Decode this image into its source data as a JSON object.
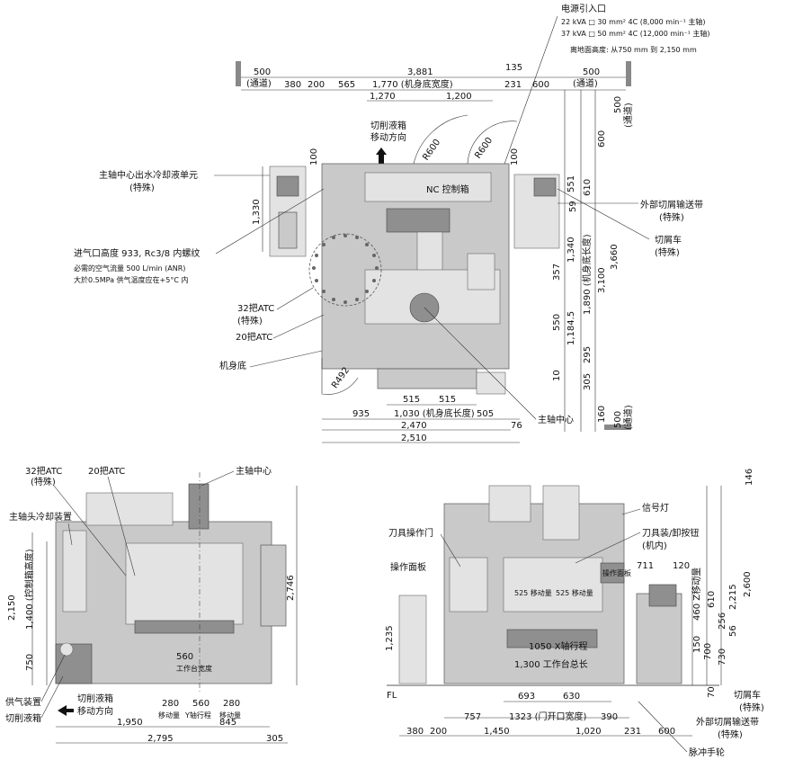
{
  "power": {
    "title": "电源引入口",
    "line1": "22 kVA □ 30 mm² 4C (8,000 min⁻¹ 主轴)",
    "line2": "37 kVA □ 50 mm² 4C (12,000 min⁻¹ 主轴)",
    "height": "离地面高度: 从750 mm 到 2,150 mm"
  },
  "plan": {
    "top_dims": {
      "d500L": "500",
      "road": "(通道)",
      "d3881": "3,881",
      "d135": "135",
      "d500R": "500",
      "roadR": "(通道)"
    },
    "row2": {
      "d380": "380",
      "d200": "200",
      "d565": "565",
      "d1770": "1,770 (机身底宽度)",
      "d231": "231",
      "d600": "600"
    },
    "row3": {
      "d1270": "1,270",
      "d1200": "1,200"
    },
    "right_dims": {
      "d500": "500",
      "road": "(通道)",
      "d600": "600",
      "d551": "551",
      "d610": "610",
      "d59": "59",
      "d1340": "1,340",
      "d3660": "3,660",
      "d357": "357",
      "d3100": "3,100",
      "d1890": "1,890 (机身底长度)",
      "d550": "550",
      "d1184": "1,184.5",
      "d295": "295",
      "d10": "10",
      "d305": "305",
      "d160": "160",
      "d500b": "500",
      "roadb": "(通道)"
    },
    "left_dims": {
      "d1330": "1,330",
      "d100": "100",
      "d100b": "100"
    },
    "bottom_dims": {
      "d515a": "515",
      "d515b": "515",
      "d935": "935",
      "d1030": "1,030 (机身底长度)",
      "d505": "505",
      "d2470": "2,470",
      "d76": "76",
      "d2510": "2,510"
    },
    "labels": {
      "chip_box": "切削液箱",
      "chip_move": "移动方向",
      "nc": "NC 控制箱",
      "coolant_unit": "主轴中心出水冷却液单元",
      "special": "(特殊)",
      "air_in": "进气口高度 933, Rc3/8 内螺纹",
      "air_flow": "必需的空气流量 500 L/min (ANR)",
      "air_temp": "大於0.5MPa 供气温度应在+5°C 内",
      "atc32": "32把ATC",
      "atc32s": "(特殊)",
      "atc20": "20把ATC",
      "base": "机身底",
      "spindle_center": "主轴中心",
      "conveyor": "外部切屑输送带",
      "conveyor_s": "(特殊)",
      "chip_cart": "切屑车",
      "chip_cart_s": "(特殊)",
      "r600a": "R600",
      "r600b": "R600",
      "r492": "R492"
    }
  },
  "front": {
    "labels": {
      "atc32": "32把ATC",
      "atc32s": "(特殊)",
      "atc20": "20把ATC",
      "spindle_center": "主轴中心",
      "spindle_cool": "主轴头冷却装置",
      "air_supply": "供气装置",
      "coolant_tank": "切削液箱",
      "coolant_move1": "切削液箱",
      "coolant_move2": "移动方向",
      "table_width": "工作台宽度",
      "travel": "移动量",
      "y_travel": "Y轴行程"
    },
    "dims": {
      "d2150": "2,150",
      "d1400": "1,400 (控制箱高度)",
      "d750": "750",
      "d2746": "2,746",
      "d560": "560",
      "d280a": "280",
      "d560b": "560",
      "d280b": "280",
      "d1950": "1,950",
      "d845": "845",
      "d2795": "2,795",
      "d305": "305"
    }
  },
  "side": {
    "labels": {
      "tool_door": "刀具操作门",
      "panel": "操作面板",
      "signal": "信号灯",
      "tool_button": "刀具装/卸按钮",
      "tool_button2": "(机内)",
      "panel_box": "操作面板",
      "move525a": "525 移动量",
      "move525b": "525 移动量",
      "x_travel": "1050 X轴行程",
      "table_len": "1,300 工作台总长",
      "fl": "FL",
      "chip_cart": "切屑车",
      "chip_cart_s": "(特殊)",
      "conveyor": "外部切屑输送带",
      "conveyor_s": "(特殊)",
      "handwheel": "脉冲手轮"
    },
    "dims": {
      "d146": "146",
      "d711": "711",
      "d120": "120",
      "d460": "460 Z移动量",
      "d610": "610",
      "d2215": "2,215",
      "d2600": "2,600",
      "d256": "256",
      "d56": "56",
      "d150": "150",
      "d700": "700",
      "d730": "730",
      "d1235": "1,235",
      "d70": "70",
      "d693": "693",
      "d630": "630",
      "d757": "757",
      "d1323": "1323 (门开口宽度)",
      "d390": "390",
      "d380": "380",
      "d200": "200",
      "d1450": "1,450",
      "d1020": "1,020",
      "d231": "231",
      "d600": "600"
    }
  }
}
